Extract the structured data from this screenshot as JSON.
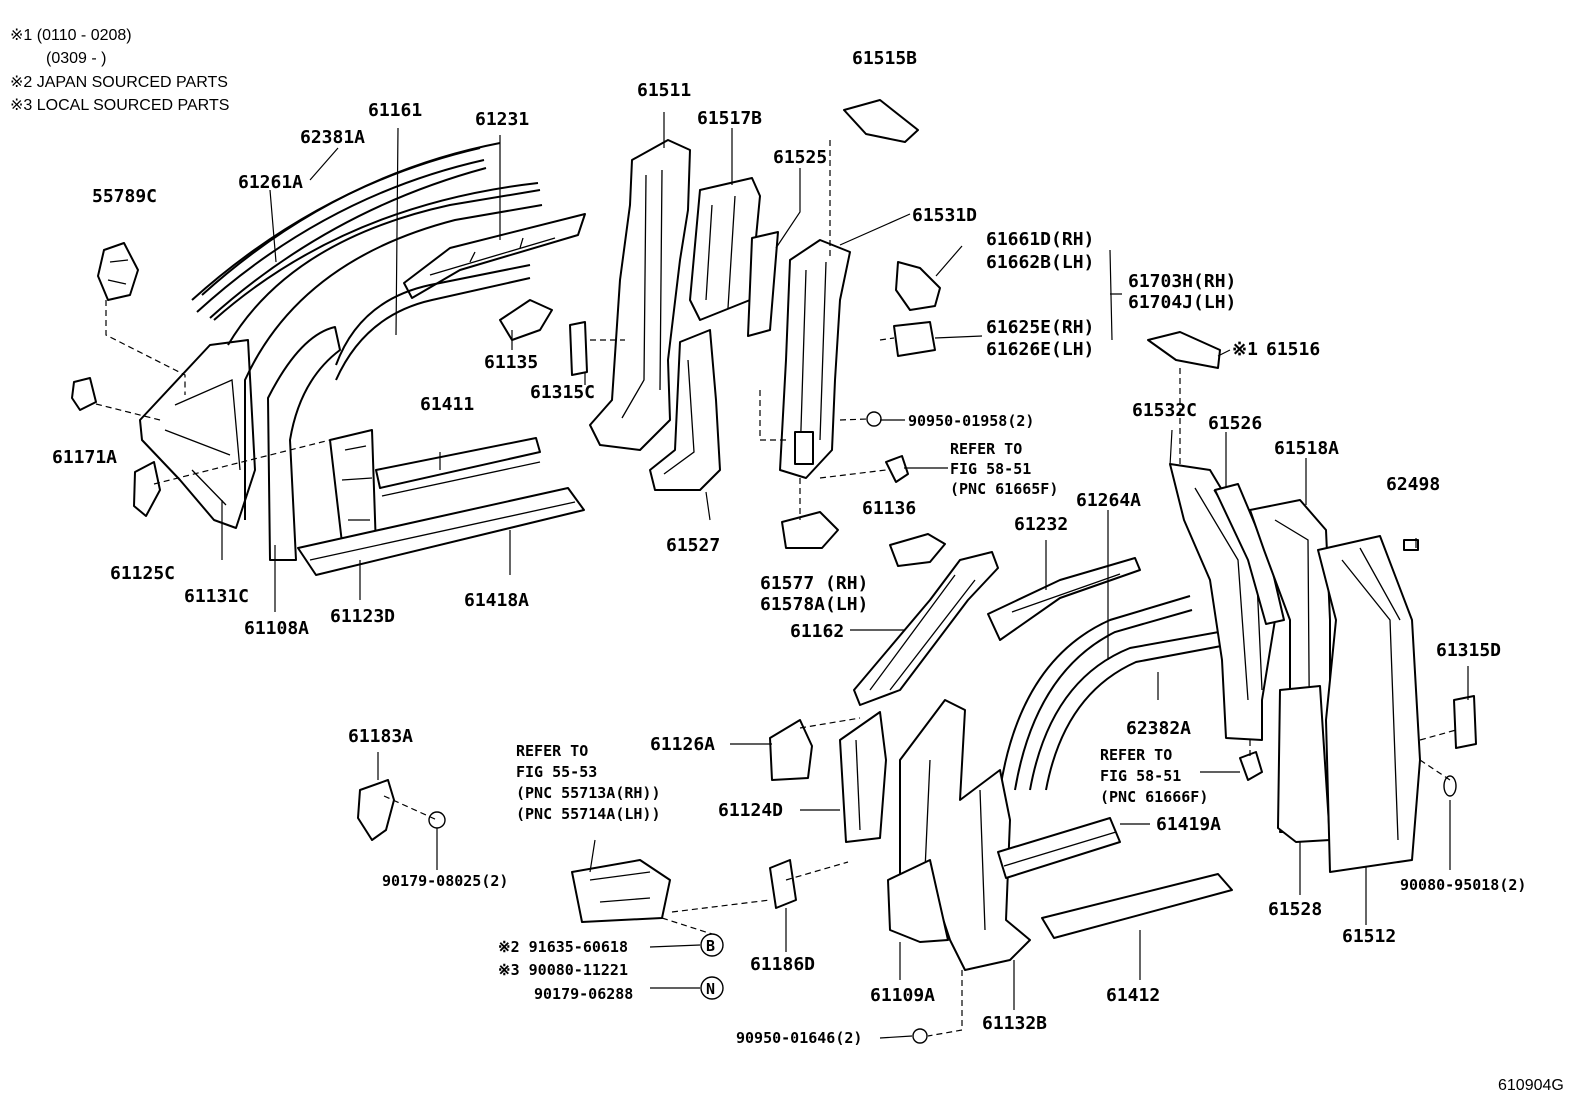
{
  "notes": [
    "※1 (0110 - 0208)",
    "(0309 -        )",
    "※2 JAPAN SOURCED PARTS",
    "※3 LOCAL SOURCED PARTS"
  ],
  "figure_id": "610904G",
  "parts": {
    "p55789C": "55789C",
    "p62381A": "62381A",
    "p61161": "61161",
    "p61231": "61231",
    "p61261A": "61261A",
    "p61171A": "61171A",
    "p61125C": "61125C",
    "p61131C": "61131C",
    "p61108A": "61108A",
    "p61123D": "61123D",
    "p61418A": "61418A",
    "p61411": "61411",
    "p61135": "61135",
    "p61315C": "61315C",
    "p61511": "61511",
    "p61517B": "61517B",
    "p61525": "61525",
    "p61527": "61527",
    "p61515B": "61515B",
    "p61531D": "61531D",
    "p61661D": "61661D(RH)",
    "p61662B": "61662B(LH)",
    "p61703H": "61703H(RH)",
    "p61704J": "61704J(LH)",
    "p61625E": "61625E(RH)",
    "p61626E": "61626E(LH)",
    "p61516": "61516",
    "p61516_mark": "※1",
    "p90950_01958": "90950-01958(2)",
    "p61136": "61136",
    "p61577": "61577 (RH)",
    "p61578A": "61578A(LH)",
    "p61532C": "61532C",
    "p61526": "61526",
    "p61518A": "61518A",
    "p62498": "62498",
    "p61264A": "61264A",
    "p61232": "61232",
    "p61162": "61162",
    "p62382A": "62382A",
    "p61315D": "61315D",
    "p61126A": "61126A",
    "p61124D": "61124D",
    "p61419A": "61419A",
    "p61528": "61528",
    "p61512": "61512",
    "p90080_95018": "90080-95018(2)",
    "p61183A": "61183A",
    "p90179_08025": "90179-08025(2)",
    "p61186D": "61186D",
    "p61109A": "61109A",
    "p61132B": "61132B",
    "p61412": "61412",
    "p90950_01646": "90950-01646(2)",
    "f91635": "※2 91635-60618",
    "f90080_11221": "※3 90080-11221",
    "f90179_06288": "90179-06288",
    "circle_b": "B",
    "circle_n": "N"
  },
  "refs": {
    "r1": [
      "REFER TO",
      "FIG 58-51",
      "(PNC 61665F)"
    ],
    "r2": [
      "REFER TO",
      "FIG 55-53",
      "(PNC 55713A(RH))",
      "(PNC 55714A(LH))"
    ],
    "r3": [
      "REFER TO",
      "FIG 58-51",
      "(PNC 61666F)"
    ]
  }
}
